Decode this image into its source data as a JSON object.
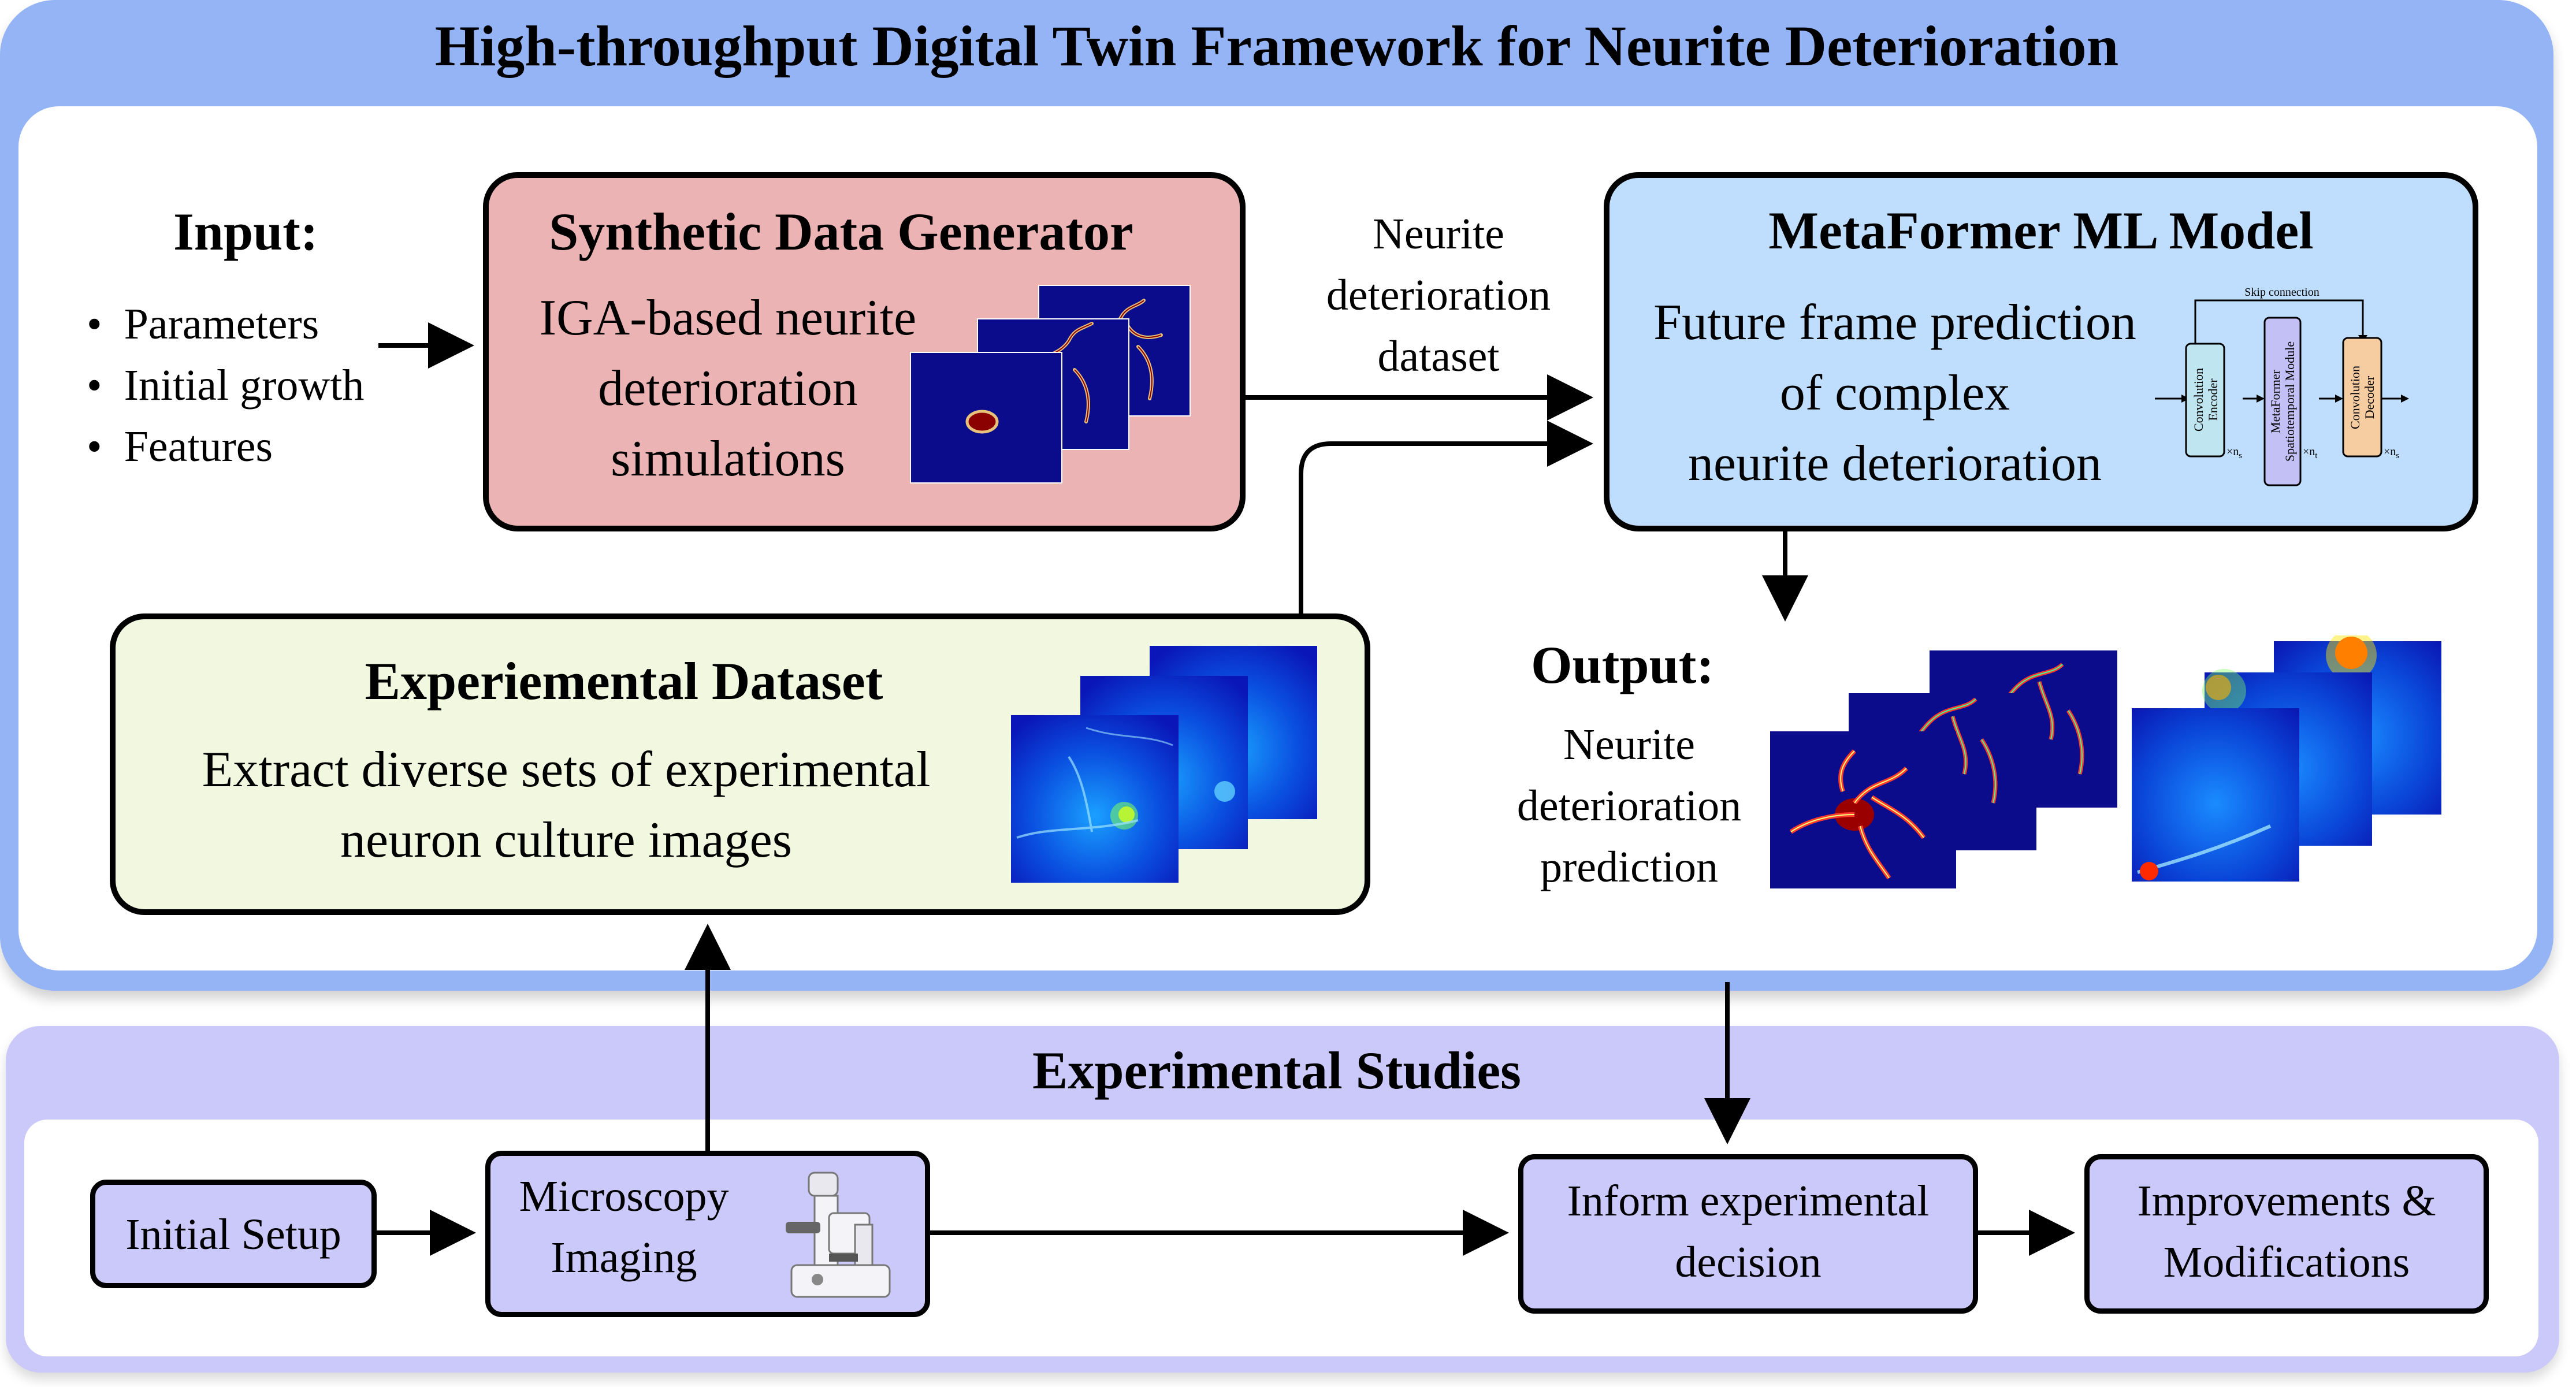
{
  "title": "High-throughput Digital Twin Framework for Neurite Deterioration",
  "input": {
    "heading": "Input:",
    "items": [
      "Parameters",
      "Initial growth",
      "Features"
    ]
  },
  "synthetic": {
    "heading": "Synthetic Data Generator",
    "lines": [
      "IGA-based neurite",
      "deterioration",
      "simulations"
    ]
  },
  "dataset_label": [
    "Neurite",
    "deterioration",
    "dataset"
  ],
  "metaformer": {
    "heading": "MetaFormer ML Model",
    "lines": [
      "Future frame prediction",
      "of complex",
      "neurite deterioration"
    ],
    "arch": {
      "skip": "Skip connection",
      "encoder": [
        "Convolution",
        "Encoder"
      ],
      "module": [
        "MetaFormer",
        "Spatiotemporal Module"
      ],
      "decoder": [
        "Convolution",
        "Decoder"
      ],
      "mult_s": "×n",
      "mult_s_sub": "s",
      "mult_t": "×n",
      "mult_t_sub": "t"
    }
  },
  "experimental": {
    "heading": "Experiemental Dataset",
    "lines": [
      "Extract diverse sets of experimental",
      "neuron culture images"
    ]
  },
  "output": {
    "heading": "Output:",
    "lines": [
      "Neurite",
      "deterioration",
      "prediction"
    ]
  },
  "studies": {
    "heading": "Experimental Studies",
    "initial_setup": "Initial Setup",
    "microscopy": [
      "Microscopy",
      "Imaging"
    ],
    "inform": [
      "Inform experimental",
      "decision"
    ],
    "improve": [
      "Improvements &",
      "Modifications"
    ]
  },
  "colors": {
    "top_frame": "#94b4f6",
    "bottom_frame": "#cbc8fa",
    "synthetic_box": "#ecb3b4",
    "metaformer_box": "#bfdefd",
    "experimental_box": "#f2f7df",
    "sim_background": "#0b0c8c",
    "neurite_red": "#8b0000"
  }
}
